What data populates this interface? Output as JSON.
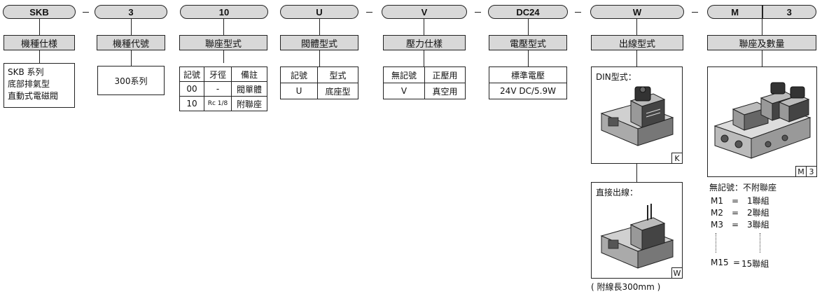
{
  "codes": {
    "skb": "SKB",
    "ports": "3",
    "base": "10",
    "body": "U",
    "pressure": "V",
    "voltage": "DC24",
    "wire": "W",
    "m": "M",
    "m_num": "3"
  },
  "headers": {
    "series_spec": "機種仕様",
    "model_code": "機種代號",
    "base_type": "聯座型式",
    "body_type": "閥體型式",
    "pressure_spec": "壓力仕樣",
    "voltage_type": "電壓型式",
    "wire_type": "出線型式",
    "manifold_qty": "聯座及數量"
  },
  "series_desc": [
    "SKB 系列",
    "底部排氣型",
    "直動式電磁閥"
  ],
  "model_desc": "300系列",
  "base_table": {
    "head": [
      "記號",
      "牙徑",
      "備註"
    ],
    "rows": [
      [
        "00",
        "-",
        "閥單體"
      ],
      [
        "10",
        "Rc 1/8",
        "附聯座"
      ]
    ]
  },
  "body_table": {
    "head": [
      "記號",
      "型式"
    ],
    "rows": [
      [
        "U",
        "底座型"
      ]
    ]
  },
  "pressure_table": {
    "head": [
      "無記號",
      "正壓用"
    ],
    "rows": [
      [
        "V",
        "真空用"
      ]
    ]
  },
  "voltage_table": {
    "head": [
      "標準電壓"
    ],
    "rows": [
      [
        "24V DC/5.9W"
      ]
    ]
  },
  "din": {
    "label": "DIN型式：",
    "tag": "K"
  },
  "direct": {
    "label": "直接出線：",
    "tag": "W"
  },
  "wire_note": "( 附線長300mm )",
  "manifold": {
    "tag_m": "M",
    "tag_n": "3",
    "none_label": "無記號：不附聯座",
    "rows": [
      {
        "code": "M1",
        "eq": "=",
        "qty": "1聯組"
      },
      {
        "code": "M2",
        "eq": "=",
        "qty": "2聯組"
      },
      {
        "code": "M3",
        "eq": "=",
        "qty": "3聯組"
      }
    ],
    "last": {
      "code": "M15",
      "eq": "=",
      "qty": "15聯組"
    }
  }
}
